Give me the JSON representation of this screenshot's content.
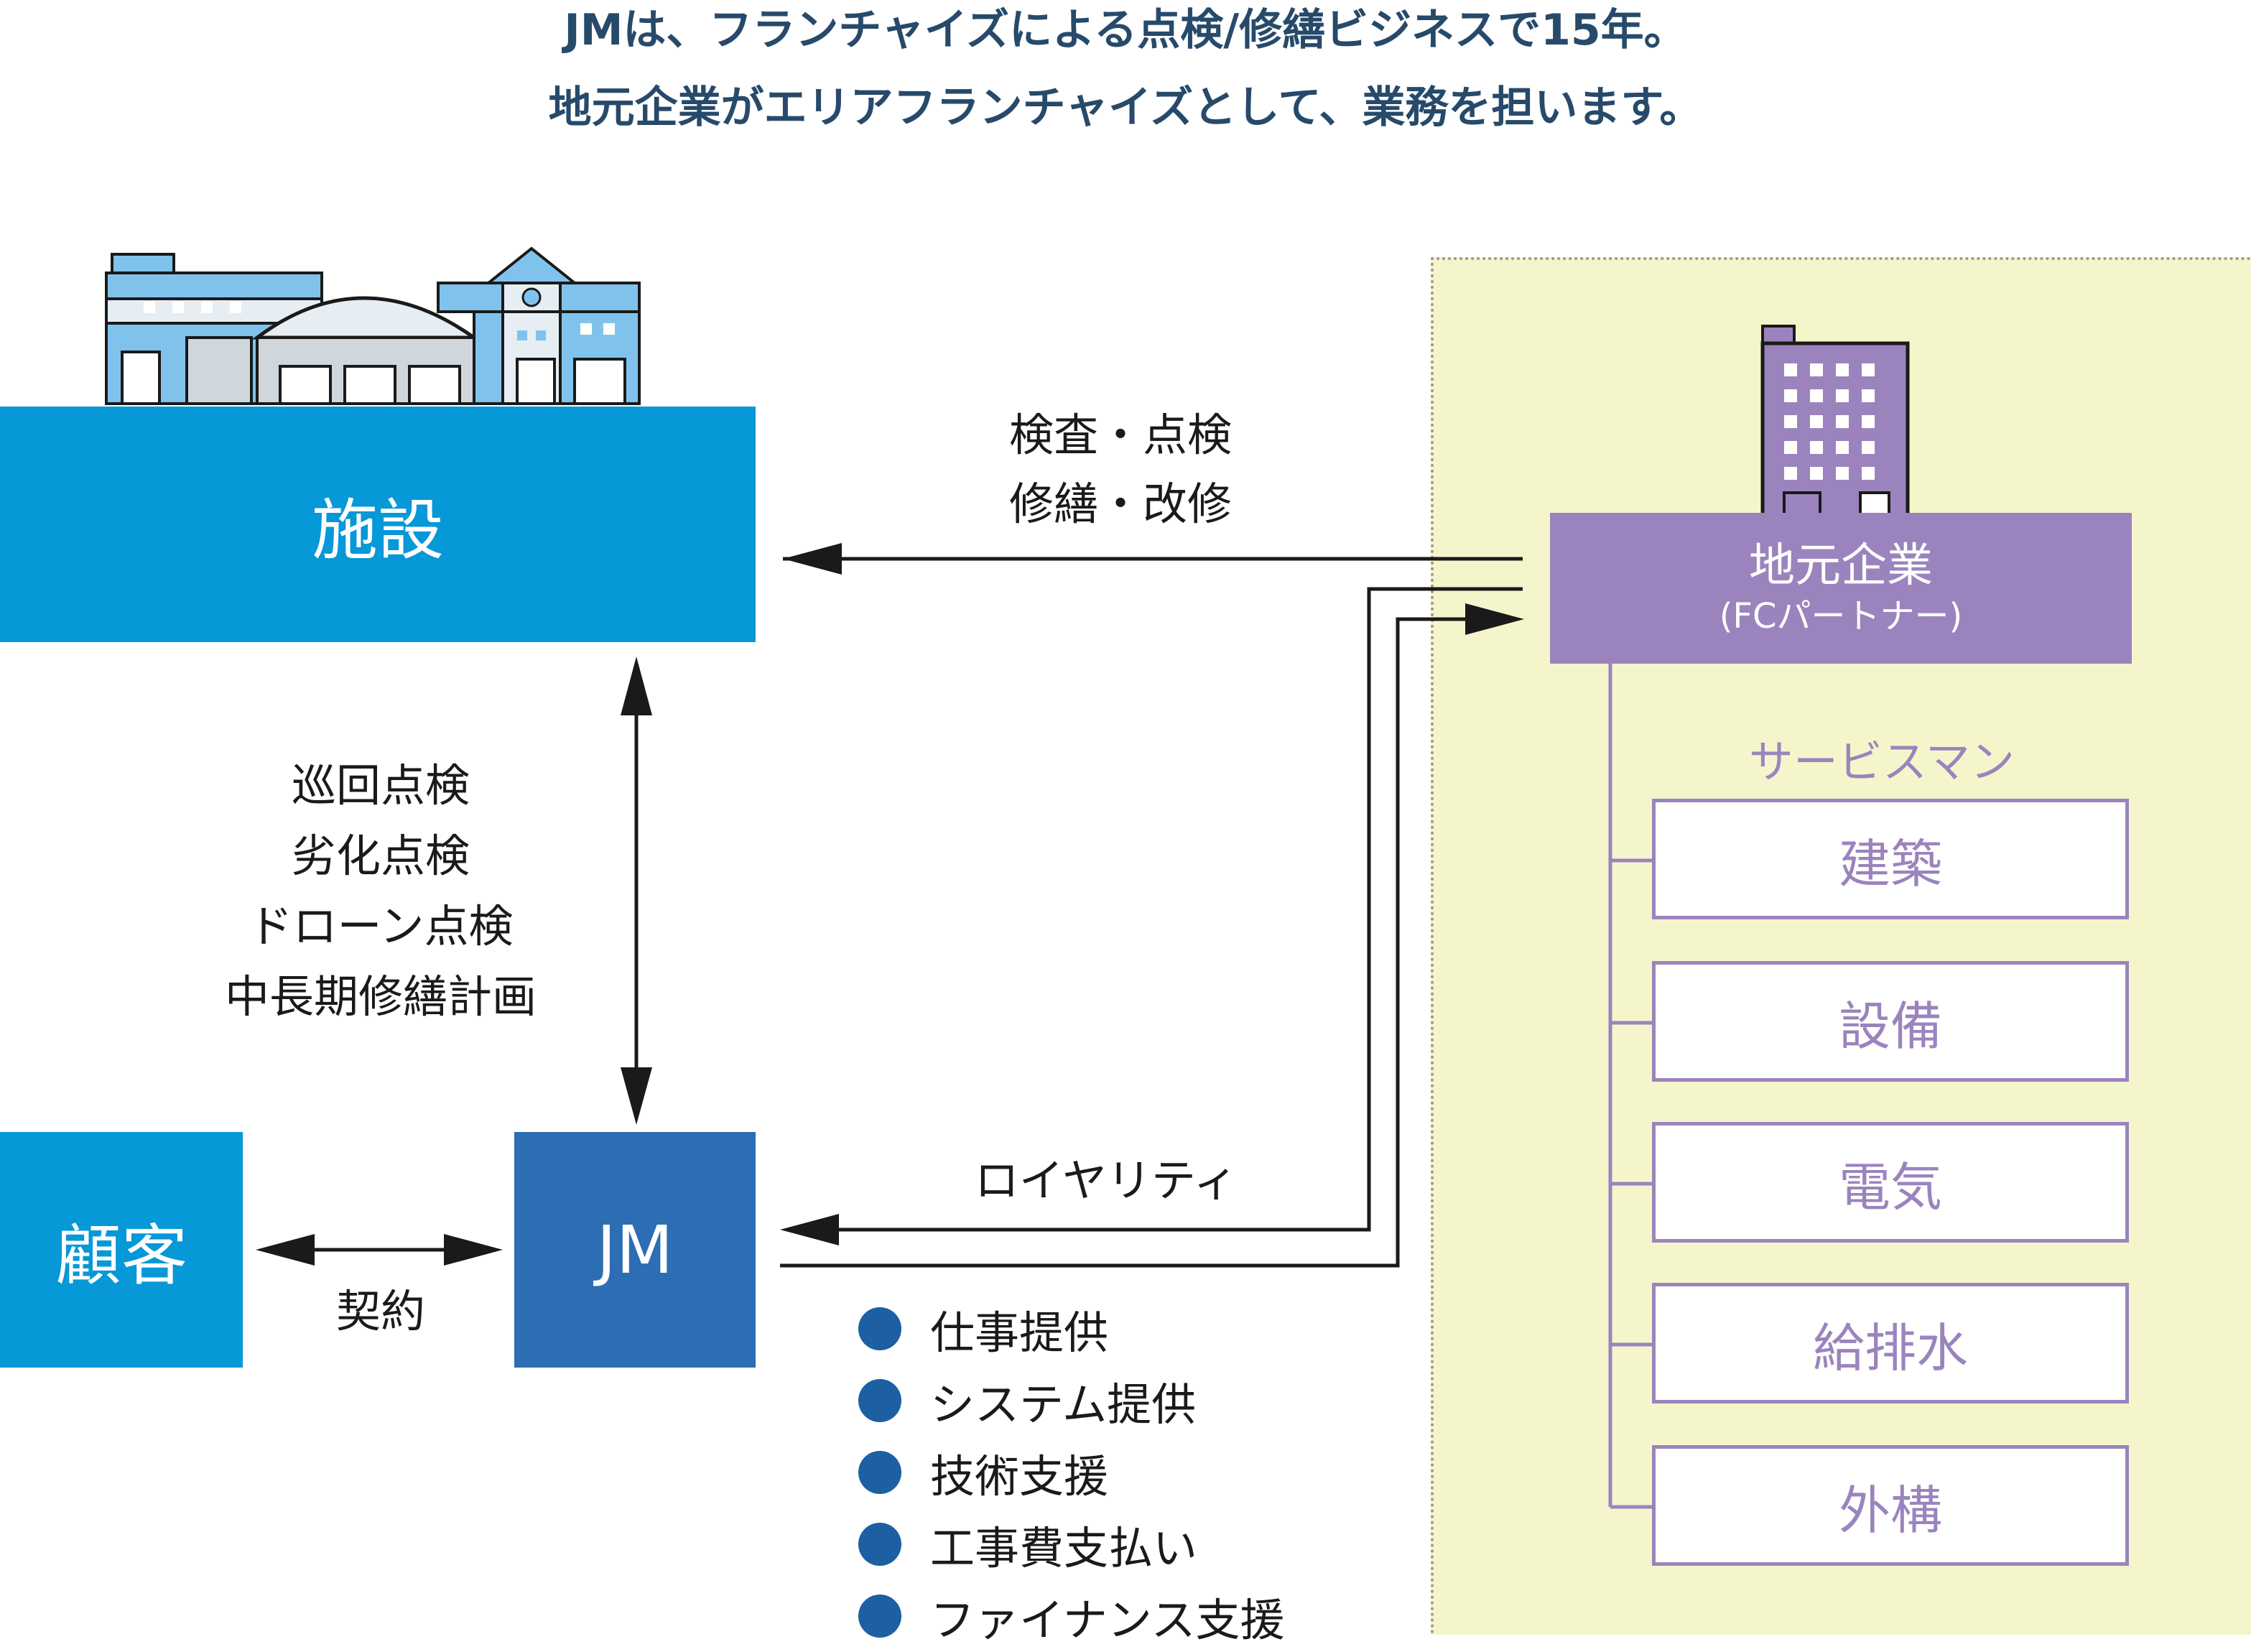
{
  "header": {
    "line1": "JMは、フランチャイズによる点検/修繕ビジネスで15年。",
    "line2": "地元企業がエリアフランチャイズとして、業務を担います。"
  },
  "facility": {
    "label": "施設"
  },
  "customer": {
    "label": "顧客"
  },
  "jm": {
    "label": "JM"
  },
  "partner": {
    "name": "地元企業",
    "sub": "(FCパートナー)",
    "serviceman_title": "サービスマン",
    "services": [
      "建築",
      "設備",
      "電気",
      "給排水",
      "外構"
    ]
  },
  "labels": {
    "fc_to_facility": [
      "検査・点検",
      "修繕・改修"
    ],
    "jm_to_facility": [
      "巡回点検",
      "劣化点検",
      "ドローン点検",
      "中長期修繕計画"
    ],
    "contract": "契約",
    "royalty": "ロイヤリティ"
  },
  "jm_support": [
    "仕事提供",
    "システム提供",
    "技術支援",
    "工事費支払い",
    "ファイナンス支援"
  ],
  "colors": {
    "facility_blue": "#0798d8",
    "jm_blue": "#2c6db3",
    "partner_purple": "#9b84bd",
    "partner_area": "#f5f5cc",
    "title_navy": "#274a6b"
  }
}
